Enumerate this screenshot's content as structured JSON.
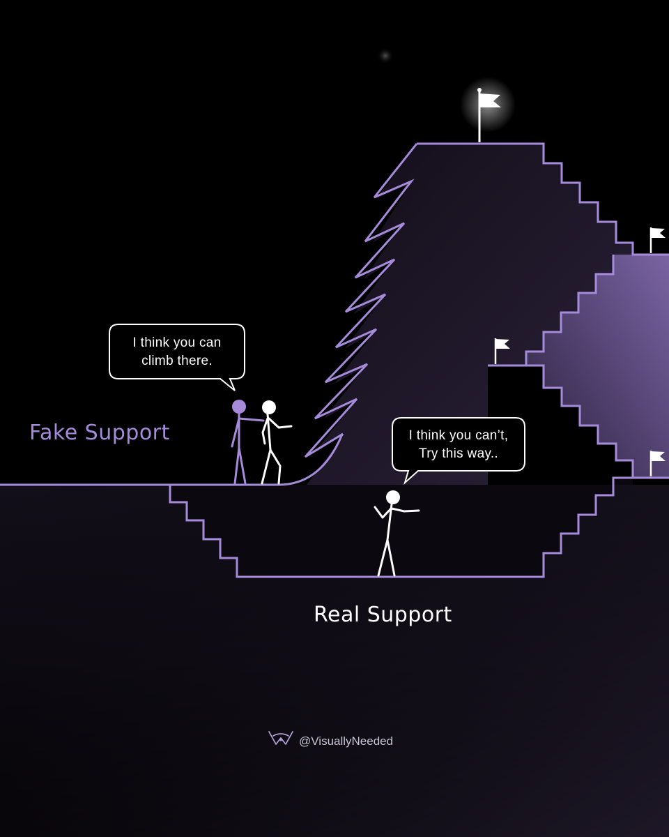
{
  "fake_support": {
    "label": "Fake Support",
    "bubble_line1": "I think you can",
    "bubble_line2": "climb there."
  },
  "real_support": {
    "label": "Real Support",
    "bubble_line1": "I think you can’t,",
    "bubble_line2": "Try this way.."
  },
  "watermark": {
    "handle": "@VisuallyNeeded",
    "icon": "visuallyneeded-logo-icon"
  },
  "colors": {
    "background": "#000000",
    "accent_purple": "#a78bdb",
    "figure_white": "#ffffff",
    "mountain_fill": "#1a1324",
    "right_mountain_fill": "#5d4a82"
  }
}
